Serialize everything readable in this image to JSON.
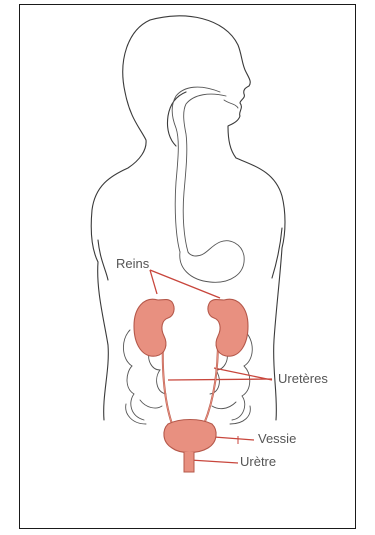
{
  "labels": {
    "reins": "Reins",
    "ureteres": "Uretères",
    "vessie": "Vessie",
    "uretre": "Urètre"
  },
  "colors": {
    "outline": "#3a3a3a",
    "organ_fill": "#e89080",
    "organ_stroke": "#b5584a",
    "leader": "#c8463c",
    "label_text": "#555555"
  }
}
